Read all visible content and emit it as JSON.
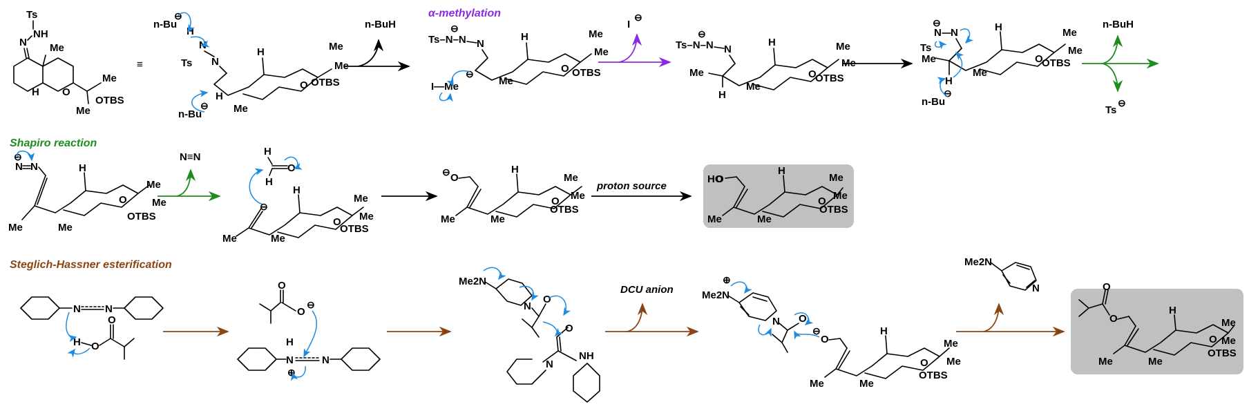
{
  "colors": {
    "electron_arrow": "#1f8be0",
    "alpha_methylation": "#8a2be2",
    "shapiro": "#1e8c1e",
    "steglich": "#8b4513",
    "highlight_box": "#c0c0c0",
    "new_bond": "#e53935",
    "methyl_label": "#1b2bd6",
    "oxygen_olive": "#8b8000",
    "ester_teal": "#3a7f7f"
  },
  "sections": {
    "alpha_methylation": "α-methylation",
    "shapiro": "Shapiro reaction",
    "steglich": "Steglich-Hassner esterification"
  },
  "reagents": {
    "nbuh_1": "n-BuH",
    "iodide": "I",
    "nbuh_2": "n-BuH",
    "ts_anion": "Ts",
    "n2": "N≡N",
    "proton_source": "proton source",
    "dcu_anion": "DCU anion",
    "dmap": "Me2N"
  },
  "labels": {
    "equiv": "≡",
    "ts": "Ts",
    "nh": "NH",
    "n": "N",
    "me": "Me",
    "otbs": "OTBS",
    "o": "O",
    "h": "H",
    "nbu": "n-Bu",
    "ho": "HO",
    "i_me": "I—Me",
    "ts_n_n": "Ts–N–N",
    "nh_dcu": "NH"
  }
}
